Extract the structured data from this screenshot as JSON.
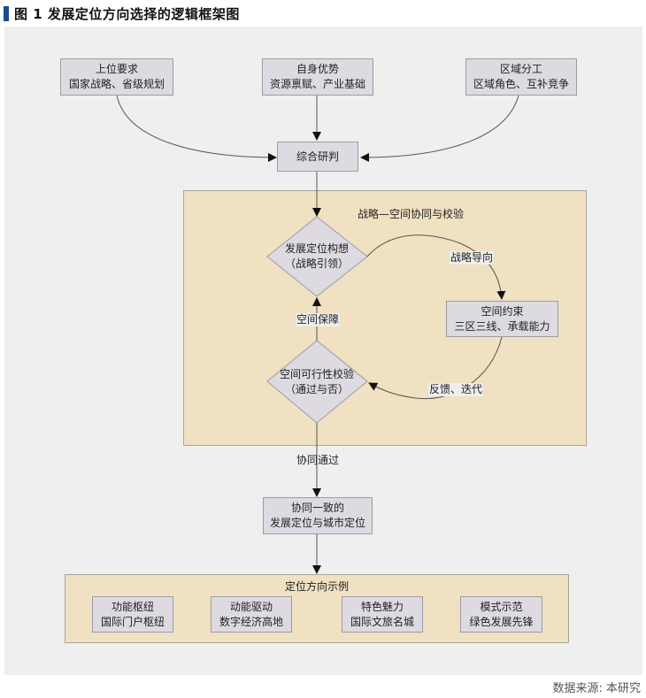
{
  "figure": {
    "title": "图 1  发展定位方向选择的逻辑框架图",
    "accent_color": "#1a4e8c",
    "source": "数据来源: 本研究"
  },
  "inputs": [
    {
      "title": "上位要求",
      "subtitle": "国家战略、省级规划"
    },
    {
      "title": "自身优势",
      "subtitle": "资源禀赋、产业基础"
    },
    {
      "title": "区域分工",
      "subtitle": "区域角色、互补竞争"
    }
  ],
  "synthesis": {
    "label": "综合研判"
  },
  "coordination_panel": {
    "title": "战略—空间协同与校验",
    "concept": {
      "line1": "发展定位构想",
      "line2": "（战略引领）"
    },
    "constraint": {
      "line1": "空间约束",
      "line2": "三区三线、承载能力"
    },
    "feasibility": {
      "line1": "空间可行性校验",
      "line2": "（通过与否）"
    },
    "edge_labels": {
      "strategy_guidance": "战略导向",
      "spatial_guarantee": "空间保障",
      "feedback": "反馈、迭代"
    }
  },
  "pass_label": "协同通过",
  "result": {
    "line1": "协同一致的",
    "line2": "发展定位与城市定位"
  },
  "examples_panel": {
    "title": "定位方向示例",
    "items": [
      {
        "title": "功能枢纽",
        "subtitle": "国际门户枢纽"
      },
      {
        "title": "动能驱动",
        "subtitle": "数字经济高地"
      },
      {
        "title": "特色魅力",
        "subtitle": "国际文旅名城"
      },
      {
        "title": "模式示范",
        "subtitle": "绿色发展先锋"
      }
    ]
  }
}
